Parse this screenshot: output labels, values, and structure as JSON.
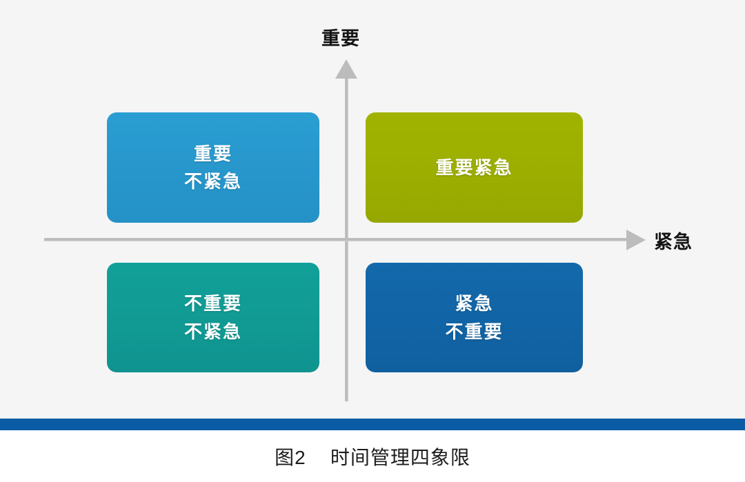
{
  "figure": {
    "background_color": "#f5f5f5",
    "axes": {
      "vertical_label": "重要",
      "horizontal_label": "紧急",
      "axis_color": "#bcbcbc"
    },
    "quadrants": [
      {
        "key": "important-not-urgent",
        "position": "top-left",
        "lines": [
          "重要",
          "不紧急"
        ],
        "color": "#2796cb",
        "edge_color": "#1b6f98"
      },
      {
        "key": "important-urgent",
        "position": "top-right",
        "lines": [
          "重要紧急"
        ],
        "color": "#9cae00",
        "edge_color": "#6f7d00"
      },
      {
        "key": "not-important-not-urgent",
        "position": "bottom-left",
        "lines": [
          "不重要",
          "不紧急"
        ],
        "color": "#119a94",
        "edge_color": "#0a6f6c"
      },
      {
        "key": "urgent-not-important",
        "position": "bottom-right",
        "lines": [
          "紧急",
          "不重要"
        ],
        "color": "#1164a5",
        "edge_color": "#0b4877"
      }
    ]
  },
  "rule": {
    "color": "#0b5ca4"
  },
  "caption": {
    "text": "图2    时间管理四象限"
  }
}
